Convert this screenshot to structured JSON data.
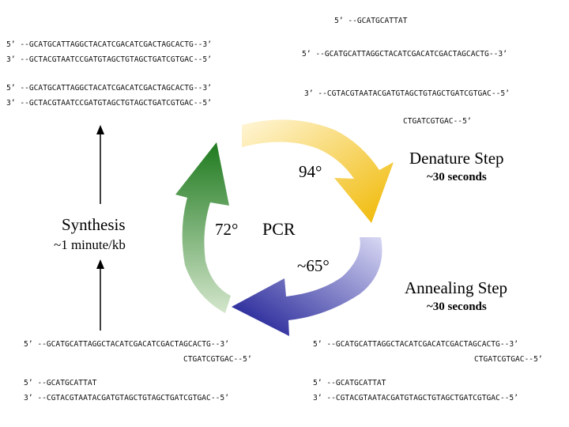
{
  "sequences": {
    "top_single": "5’ --GCATGCATTAT",
    "top_left_1a": "5’ --GCATGCATTAGGCTACATCGACATCGACTAGCACTG--3’",
    "top_left_1b": "3’ --GCTACGTAATCCGATGTAGCTGTAGCTGATCGTGAC--5’",
    "top_left_2a": "5’ --GCATGCATTAGGCTACATCGACATCGACTAGCACTG--3’",
    "top_left_2b": "3’ --GCTACGTAATCCGATGTAGCTGTAGCTGATCGTGAC--5’",
    "top_right_1": "5’ --GCATGCATTAGGCTACATCGACATCGACTAGCACTG--3’",
    "top_right_2": "3’ --CGTACGTAATACGATGTAGCTGTAGCTGATCGTGAC--5’",
    "top_right_3": "CTGATCGTGAC--5’",
    "bottom_left_1": "5’ --GCATGCATTAGGCTACATCGACATCGACTAGCACTG--3’",
    "bottom_left_2": "CTGATCGTGAC--5’",
    "bottom_left_3": "5’ --GCATGCATTAT",
    "bottom_left_4": "3’ --CGTACGTAATACGATGTAGCTGTAGCTGATCGTGAC--5’",
    "bottom_right_1": "5’ --GCATGCATTAGGCTACATCGACATCGACTAGCACTG--3’",
    "bottom_right_2": "CTGATCGTGAC--5’",
    "bottom_right_3": "5’ --GCATGCATTAT",
    "bottom_right_4": "3’ --CGTACGTAATACGATGTAGCTGTAGCTGATCGTGAC--5’"
  },
  "labels": {
    "center": "PCR",
    "temp_denature": "94°",
    "temp_synthesis": "72°",
    "temp_annealing": "~65°",
    "denature_step": "Denature Step",
    "denature_time": "~30 seconds",
    "annealing_step": "Annealing Step",
    "annealing_time": "~30 seconds",
    "synthesis_step": "Synthesis",
    "synthesis_time": "~1 minute/kb"
  },
  "colors": {
    "denature": "#f0c020",
    "annealing": "#2a2aa0",
    "synthesis": "#2e8a2e",
    "arrow_line": "#000000"
  }
}
